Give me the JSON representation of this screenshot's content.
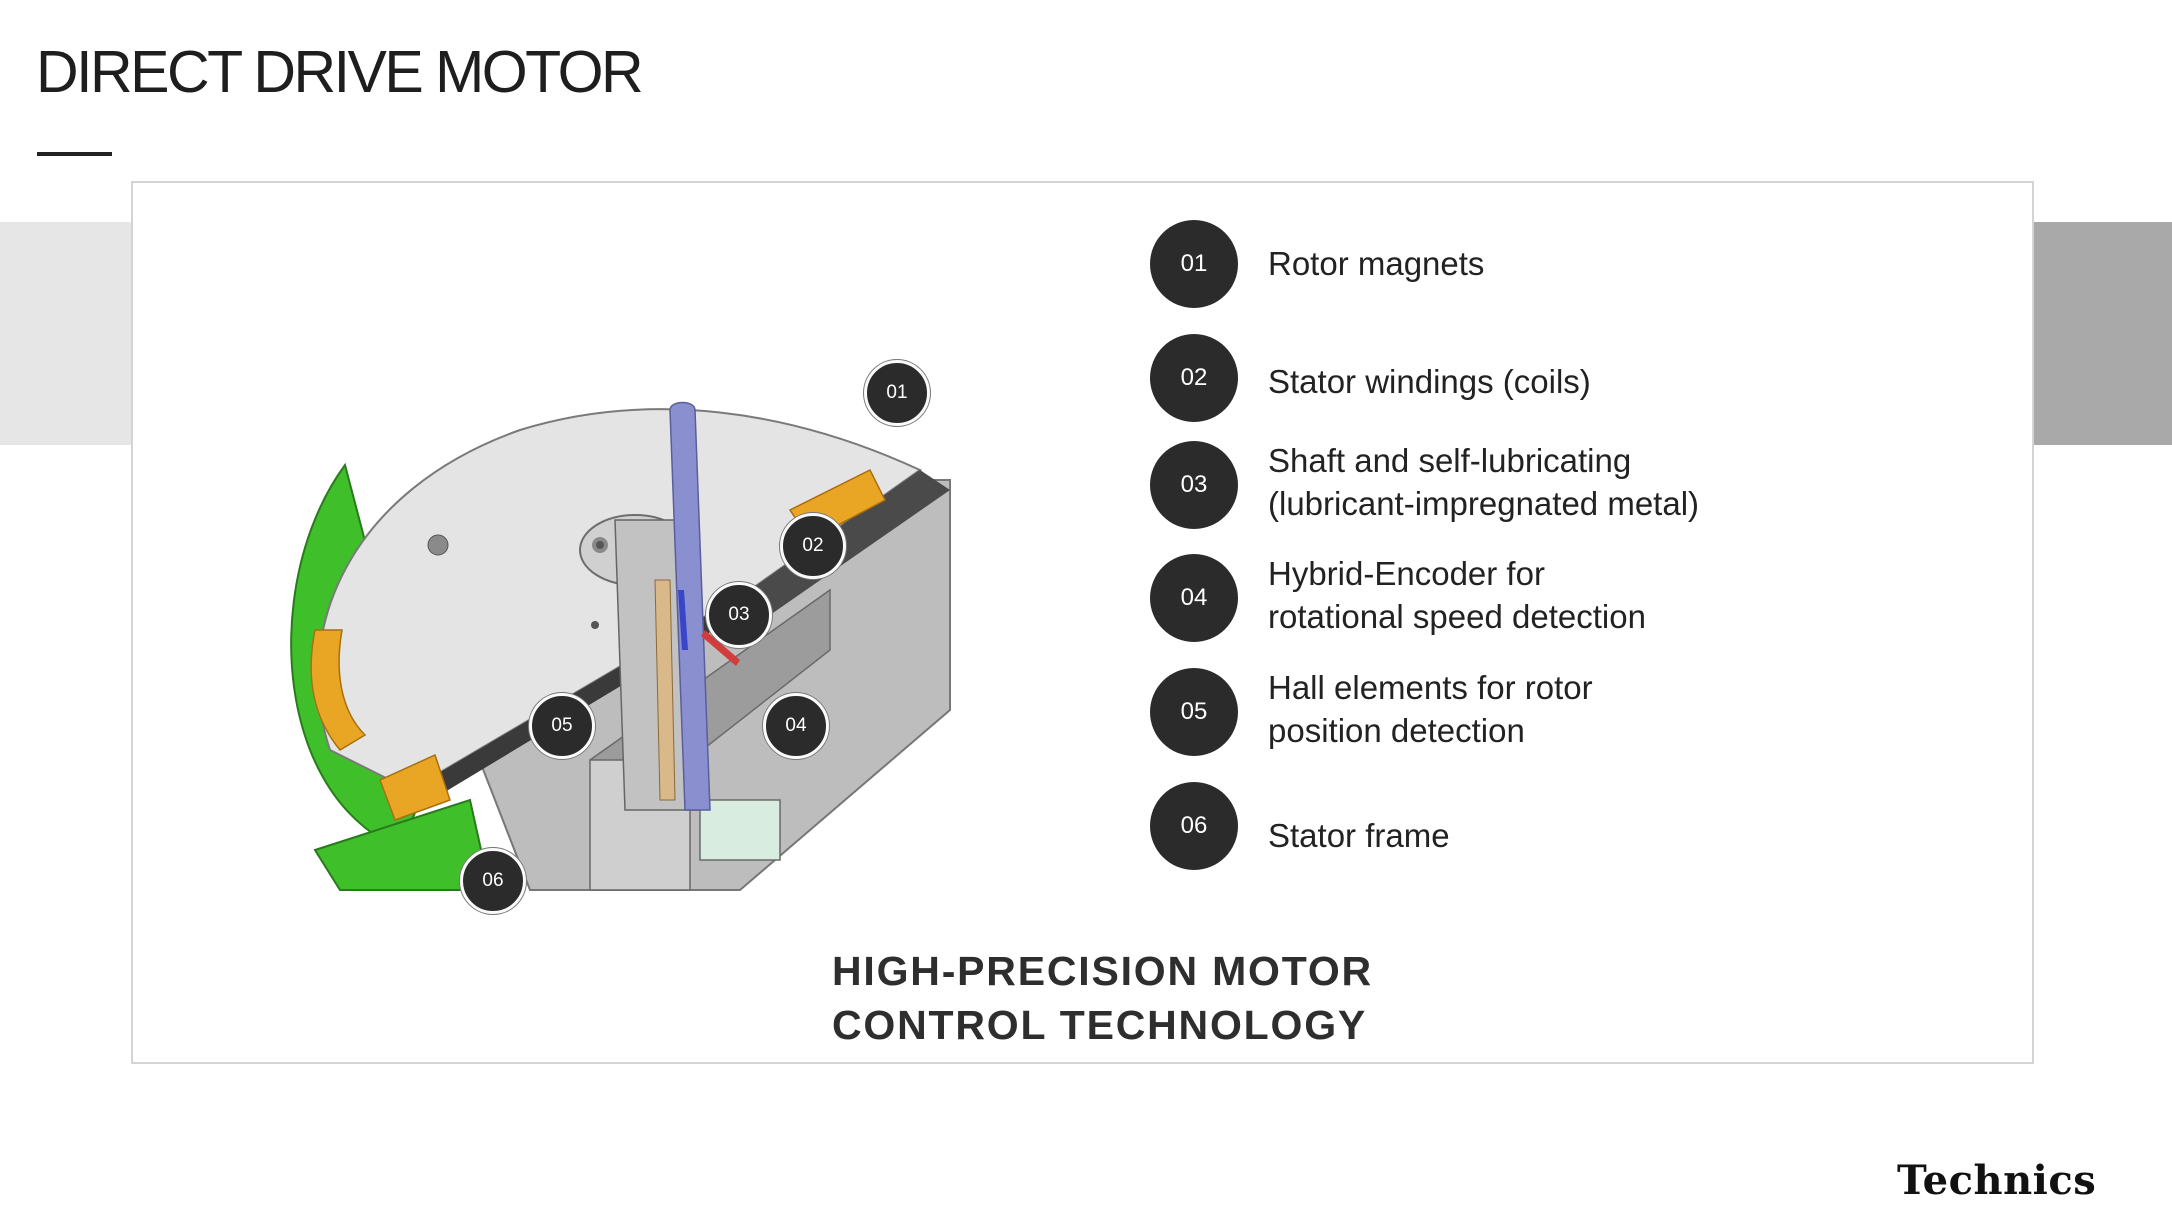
{
  "header": {
    "title": "DIRECT DRIVE MOTOR"
  },
  "diagram": {
    "markers": [
      "01",
      "02",
      "03",
      "04",
      "05",
      "06"
    ]
  },
  "legend": [
    {
      "number": "01",
      "lines": [
        "Rotor magnets"
      ]
    },
    {
      "number": "02",
      "lines": [
        "Stator windings (coils)"
      ]
    },
    {
      "number": "03",
      "lines": [
        "Shaft and self-lubricating",
        "(lubricant-impregnated metal)"
      ]
    },
    {
      "number": "04",
      "lines": [
        "Hybrid-Encoder for",
        "rotational speed detection"
      ]
    },
    {
      "number": "05",
      "lines": [
        "Hall elements for rotor",
        "position detection"
      ]
    },
    {
      "number": "06",
      "lines": [
        "Stator frame"
      ]
    }
  ],
  "caption": {
    "line1": "HIGH-PRECISION MOTOR",
    "line2": "CONTROL TECHNOLOGY"
  },
  "brand": {
    "name": "Technics"
  },
  "colors": {
    "marker": "#2b2b2b",
    "pcb_green": "#3fbf2a",
    "magnet_orange": "#e9a524",
    "shaft_blue": "#8a8fcf",
    "band_light": "#e6e6e6",
    "band_dark": "#a9a9a9"
  }
}
